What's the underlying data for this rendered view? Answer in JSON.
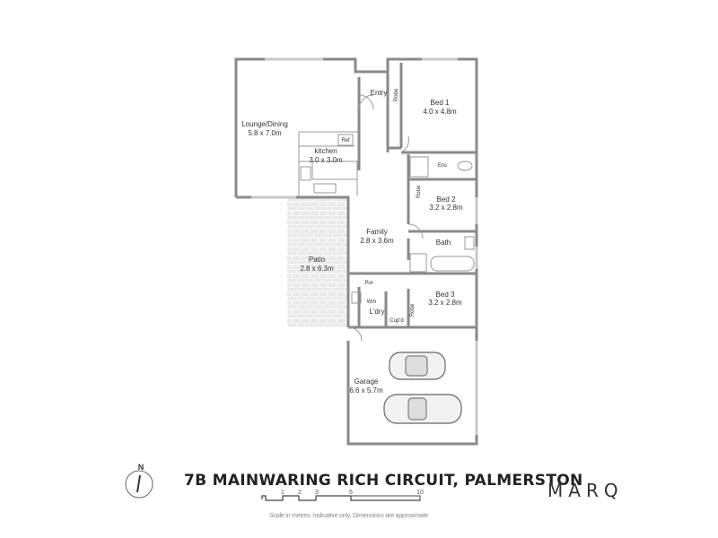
{
  "plan": {
    "rooms": {
      "lounge": {
        "name": "Lounge/Dining",
        "size": "5.8 x 7.0m"
      },
      "kitchen": {
        "name": "kitchen",
        "size": "3.0 x 3.0m"
      },
      "entry": {
        "name": "Entry"
      },
      "bed1": {
        "name": "Bed 1",
        "size": "4.0 x 4.8m"
      },
      "robe1": {
        "name": "Robe"
      },
      "ens": {
        "name": "Ens"
      },
      "robe2": {
        "name": "Robe"
      },
      "bed2": {
        "name": "Bed 2",
        "size": "3.2 x 2.8m"
      },
      "bath": {
        "name": "Bath"
      },
      "family": {
        "name": "Family",
        "size": "2.8 x 3.6m"
      },
      "patio": {
        "name": "Patio",
        "size": "2.8 x 6.3m"
      },
      "por": {
        "name": "Por"
      },
      "wm": {
        "name": "Wm"
      },
      "laundry": {
        "name": "L'dry"
      },
      "cupd": {
        "name": "Cup'd"
      },
      "robe3": {
        "name": "Robe"
      },
      "bed3": {
        "name": "Bed 3",
        "size": "3.2 x 2.8m"
      },
      "garage": {
        "name": "Garage",
        "size": "6.6 x 5.7m"
      },
      "ref": {
        "name": "Ref"
      }
    }
  },
  "footer": {
    "address": "7B MAINWARING RICH CIRCUIT, PALMERSTON",
    "brand": "MARQ",
    "north": "N",
    "scale_ticks": [
      "1",
      "2",
      "3",
      "5",
      "10"
    ],
    "note": "Scale in metres. Indicative only. Dimensions are approximate."
  }
}
